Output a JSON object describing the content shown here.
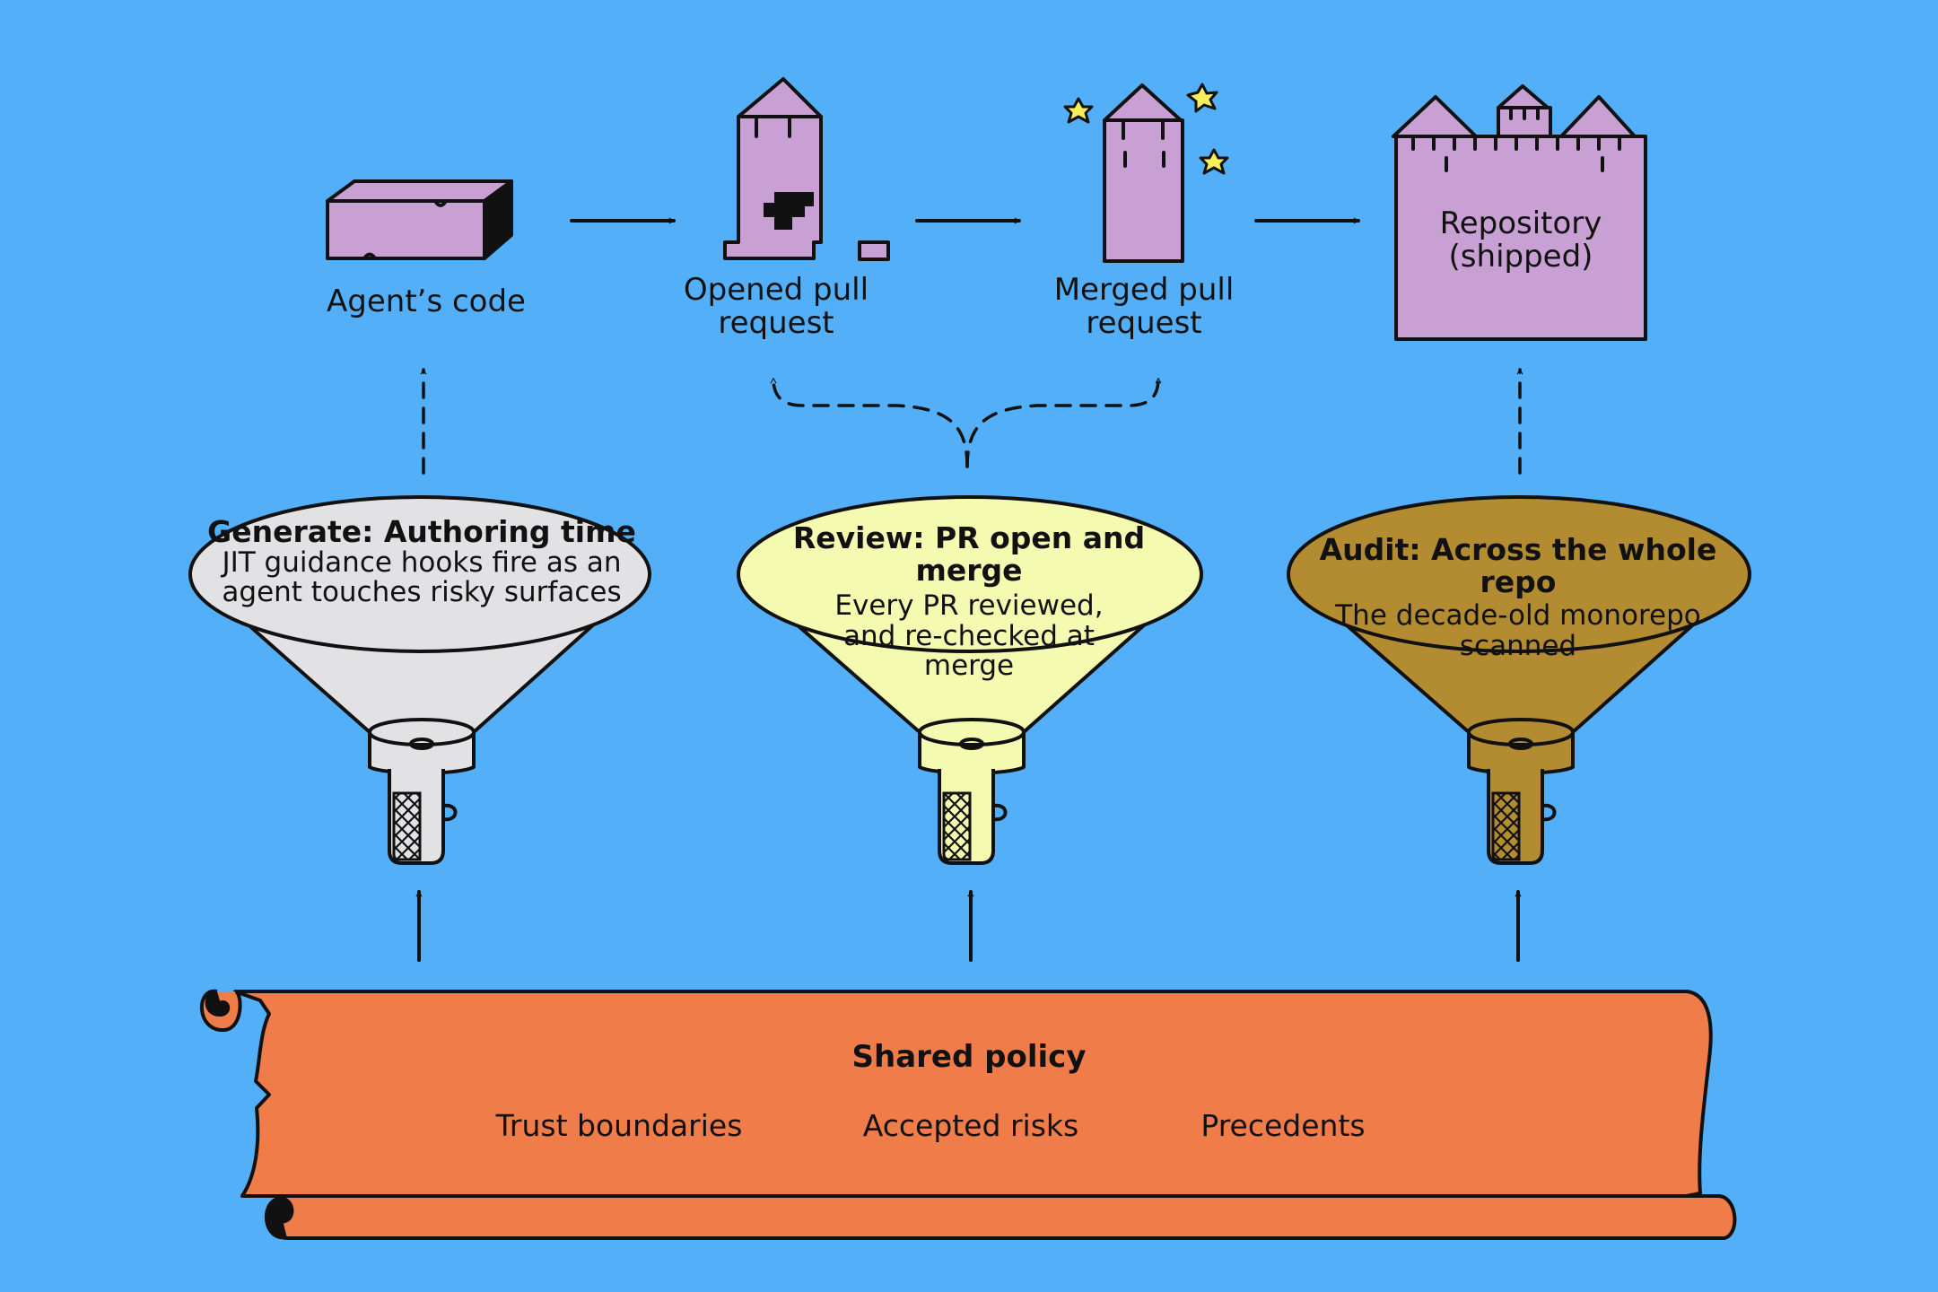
{
  "stages": [
    {
      "label": "Agent’s code"
    },
    {
      "label": "Opened pull request"
    },
    {
      "label": "Merged pull request"
    },
    {
      "label": "Repository (shipped)"
    }
  ],
  "funnels": [
    {
      "title": "Generate: Authoring time",
      "desc": "JIT guidance hooks fire as an agent touches risky surfaces",
      "color": "#e2e2e4"
    },
    {
      "title": "Review: PR open and merge",
      "desc": "Every PR reviewed, and re-checked at merge",
      "color": "#f4fab0"
    },
    {
      "title": "Audit: Across the whole repo",
      "desc": "The decade-old monorepo scanned",
      "color": "#b38c32"
    }
  ],
  "policy": {
    "title": "Shared policy",
    "items": [
      "Trust boundaries",
      "Accepted risks",
      "Precedents"
    ],
    "color": "#f07c49"
  },
  "colors": {
    "background": "#53b0f8",
    "building": "#c8a0d4",
    "star": "#f6ee5a"
  },
  "icons": [
    "code-block-icon",
    "damaged-tower-icon",
    "tower-with-stars-icon",
    "castle-icon",
    "funnel-icon",
    "scroll-icon"
  ]
}
